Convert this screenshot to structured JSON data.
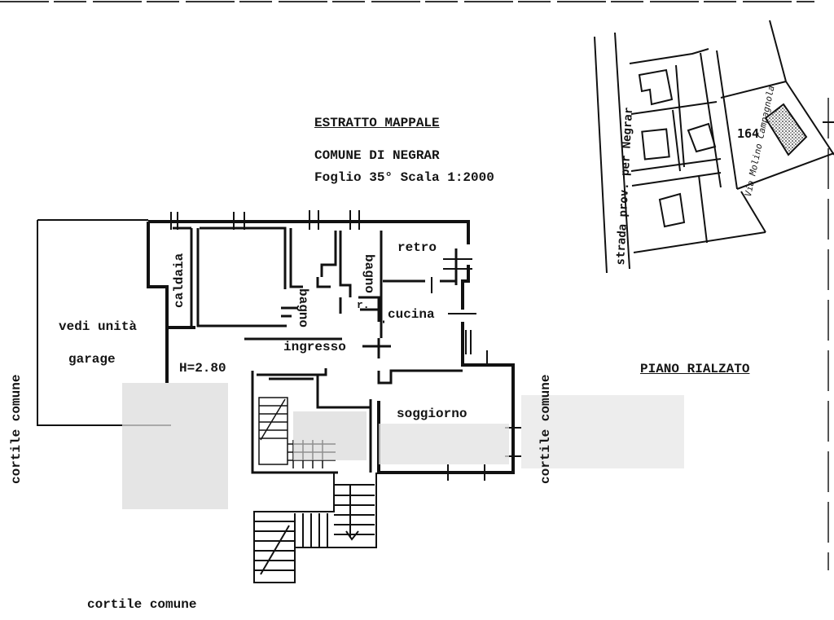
{
  "header": {
    "title": "ESTRATTO MAPPALE",
    "comune": "COMUNE DI NEGRAR",
    "foglio": "Foglio 35° Scala 1:2000"
  },
  "floor_label": "PIANO RIALZATO",
  "rooms": {
    "caldaia": "caldaia",
    "bagno_1": "bagno",
    "bagno_2": "bagno",
    "retro": "retro",
    "r": "r.",
    "cucina": "cucina",
    "ingresso": "ingresso",
    "garage_line1": "vedi unità",
    "garage_line2": "garage",
    "height": "H=2.80",
    "soggiorno": "soggiorno"
  },
  "cortile": {
    "left": "cortile comune",
    "right": "cortile comune",
    "bottom": "cortile comune"
  },
  "map": {
    "parcel": "164",
    "road": "strada prov. per Negrar",
    "via": "Via Molino Campagnola"
  }
}
